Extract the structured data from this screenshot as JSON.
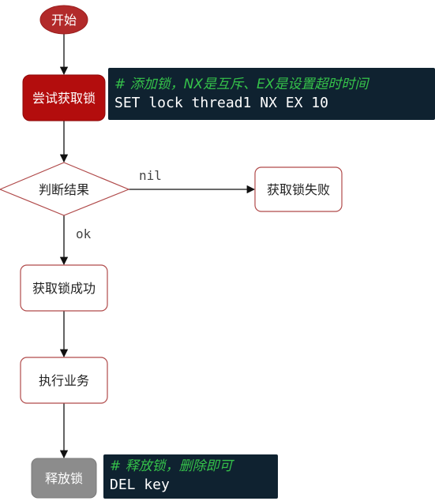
{
  "diagram": {
    "nodes": {
      "start": "开始",
      "try_lock": "尝试获取锁",
      "decision": "判断结果",
      "fail": "获取锁失败",
      "success": "获取锁成功",
      "business": "执行业务",
      "release": "释放锁"
    },
    "edges": {
      "nil_label": "nil",
      "ok_label": "ok"
    },
    "code_blocks": {
      "acquire": {
        "comment": "#  添加锁，NX是互斥、EX是设置超时时间",
        "command": "SET lock thread1 NX EX 10"
      },
      "release": {
        "comment": "#  释放锁，删除即可",
        "command": "DEL key"
      }
    }
  },
  "colors": {
    "start_fill": "#b22a2a",
    "try_lock_fill": "#b30d0d",
    "release_fill": "#8c8c8c",
    "node_border": "#b04a4a",
    "code_bg": "#0f2230",
    "code_comment": "#35c24a"
  }
}
